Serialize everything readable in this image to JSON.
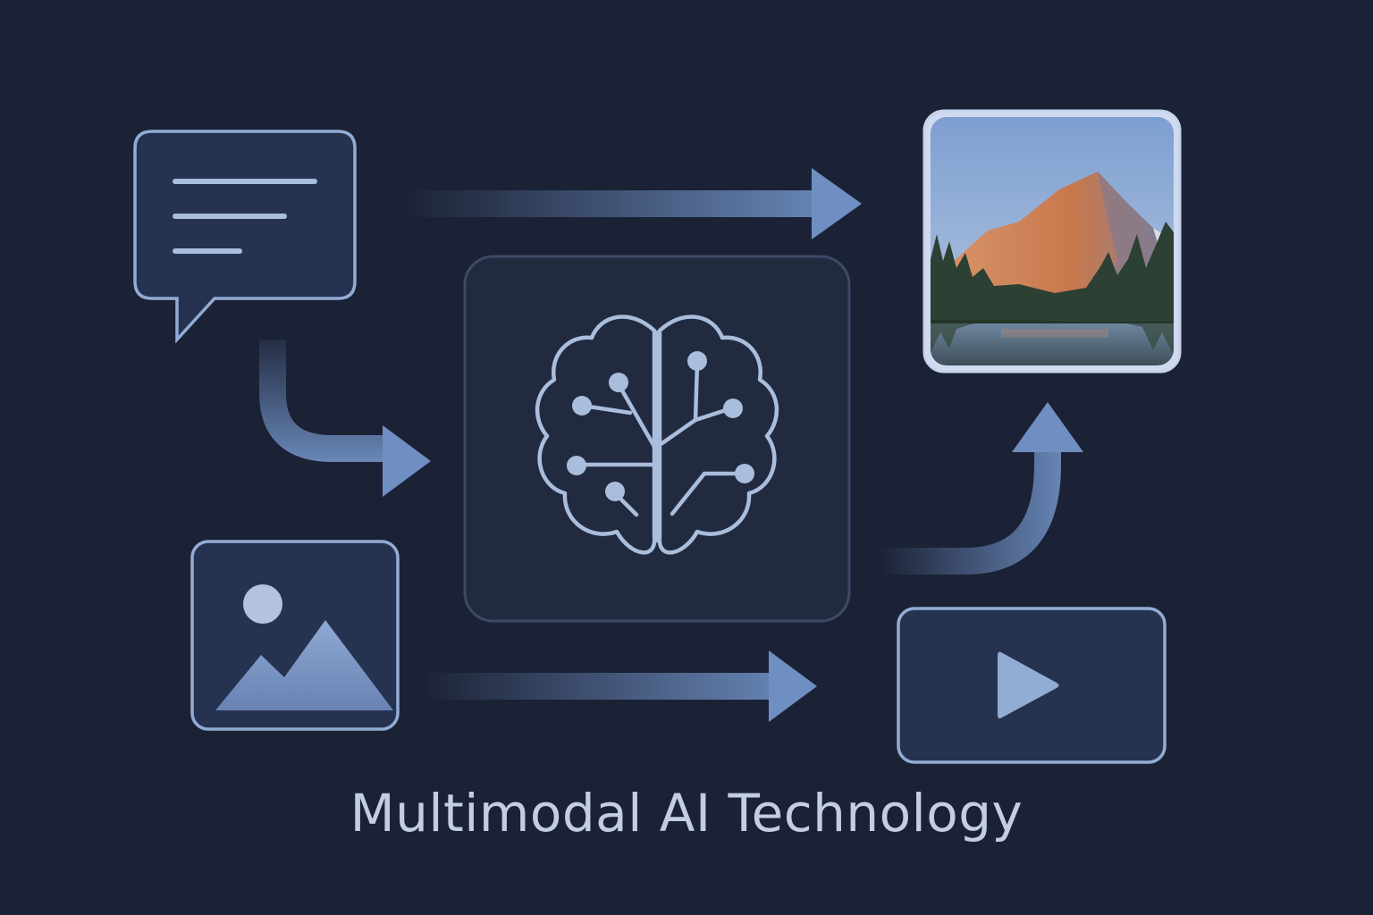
{
  "diagram": {
    "title": "Multimodal AI Technology",
    "nodes": [
      {
        "id": "text-input",
        "icon": "chat-bubble-icon",
        "role": "input"
      },
      {
        "id": "image-input",
        "icon": "image-icon",
        "role": "input"
      },
      {
        "id": "ai-model",
        "icon": "circuit-brain-icon",
        "role": "processor"
      },
      {
        "id": "generated-image",
        "icon": "mountain-landscape-photo",
        "role": "output"
      },
      {
        "id": "video-output",
        "icon": "play-icon",
        "role": "output"
      }
    ],
    "edges": [
      {
        "from": "text-input",
        "to": "generated-image"
      },
      {
        "from": "text-input",
        "to": "ai-model"
      },
      {
        "from": "ai-model",
        "to": "generated-image"
      },
      {
        "from": "image-input",
        "to": "video-output"
      }
    ],
    "colors": {
      "background": "#1b2235",
      "accent": "#6f8fc2",
      "stroke": "#93acd4",
      "text": "#c3cde3"
    }
  }
}
